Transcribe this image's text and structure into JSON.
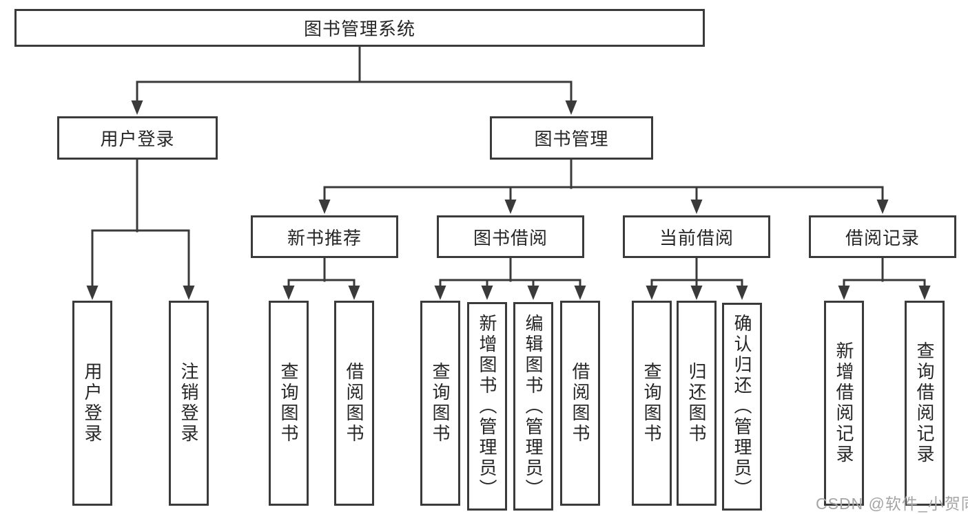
{
  "tree": {
    "root": {
      "label": "图书管理系统",
      "children": [
        {
          "label": "用户登录",
          "children": [
            {
              "label": "用户登录"
            },
            {
              "label": "注销登录"
            }
          ]
        },
        {
          "label": "图书管理",
          "children": [
            {
              "label": "新书推荐",
              "children": [
                {
                  "label": "查询图书"
                },
                {
                  "label": "借阅图书"
                }
              ]
            },
            {
              "label": "图书借阅",
              "children": [
                {
                  "label": "查询图书"
                },
                {
                  "label": "新增图书（管理员）"
                },
                {
                  "label": "编辑图书（管理员）"
                },
                {
                  "label": "借阅图书"
                }
              ]
            },
            {
              "label": "当前借阅",
              "children": [
                {
                  "label": "查询图书"
                },
                {
                  "label": "归还图书"
                },
                {
                  "label": "确认归还（管理员）"
                }
              ]
            },
            {
              "label": "借阅记录",
              "children": [
                {
                  "label": "新增借阅记录"
                },
                {
                  "label": "查询借阅记录"
                }
              ]
            }
          ]
        }
      ]
    }
  },
  "watermark": "CSDN @软件_小贺同学",
  "colors": {
    "line": "#3a3a3a",
    "box_border": "#3a3a3a",
    "text": "#262626",
    "watermark": "#a5a5a5",
    "background": "#ffffff"
  }
}
